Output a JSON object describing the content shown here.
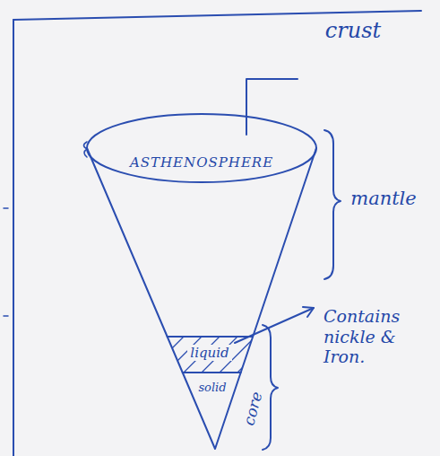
{
  "diagram": {
    "labels": [
      "crust",
      "ASTHENOSPHERE",
      "mantle",
      "liquid",
      "solid",
      "core",
      "Contains nickle & Iron."
    ]
  }
}
